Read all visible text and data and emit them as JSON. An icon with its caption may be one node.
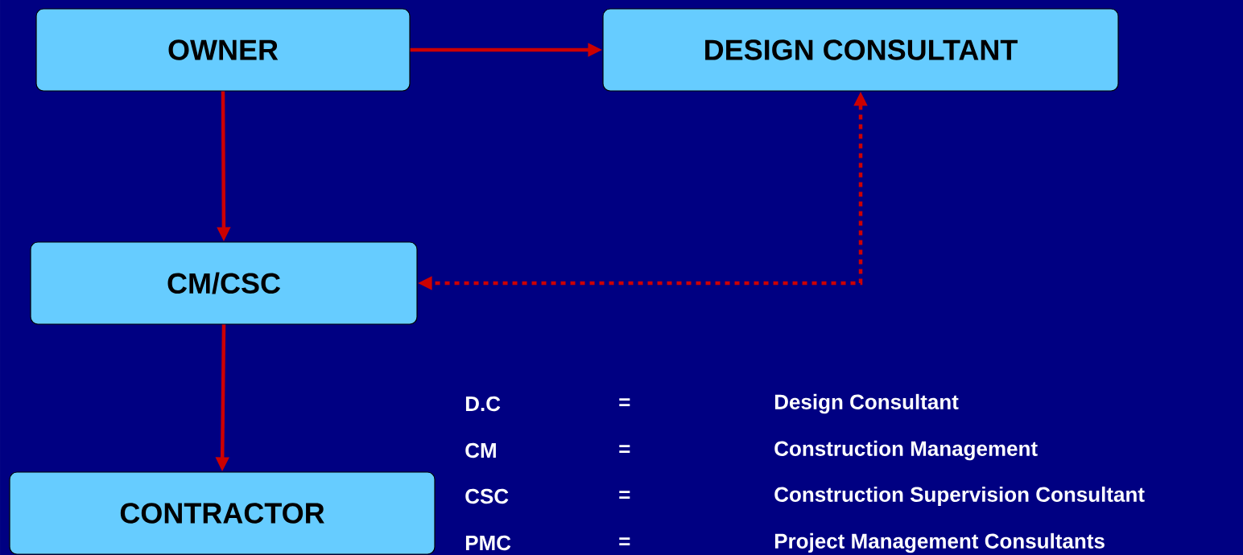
{
  "diagram": {
    "nodes": [
      {
        "text": [
          "OWNER"
        ]
      },
      {
        "text": [
          "DESIGN CONSULTANT"
        ]
      },
      {
        "text": [
          "CM/CSC"
        ]
      },
      {
        "text": [
          "CONTRACTOR"
        ]
      }
    ],
    "edges": [
      {
        "from": 0,
        "to": 1,
        "arrow": "to"
      },
      {
        "from": 0,
        "to": 2,
        "arrow": "to"
      },
      {
        "from": 2,
        "to": 3,
        "arrow": "to"
      },
      {
        "from": 1,
        "to": 2,
        "arrow": "both",
        "style": "dashed"
      }
    ],
    "labels": [
      "D.C",
      "=",
      "Design Consultant",
      "CM",
      "=",
      "Construction Management",
      "CSC",
      "=",
      "Construction  Supervision Consultant",
      "PMC",
      "=",
      "Project Management Consultants"
    ]
  }
}
